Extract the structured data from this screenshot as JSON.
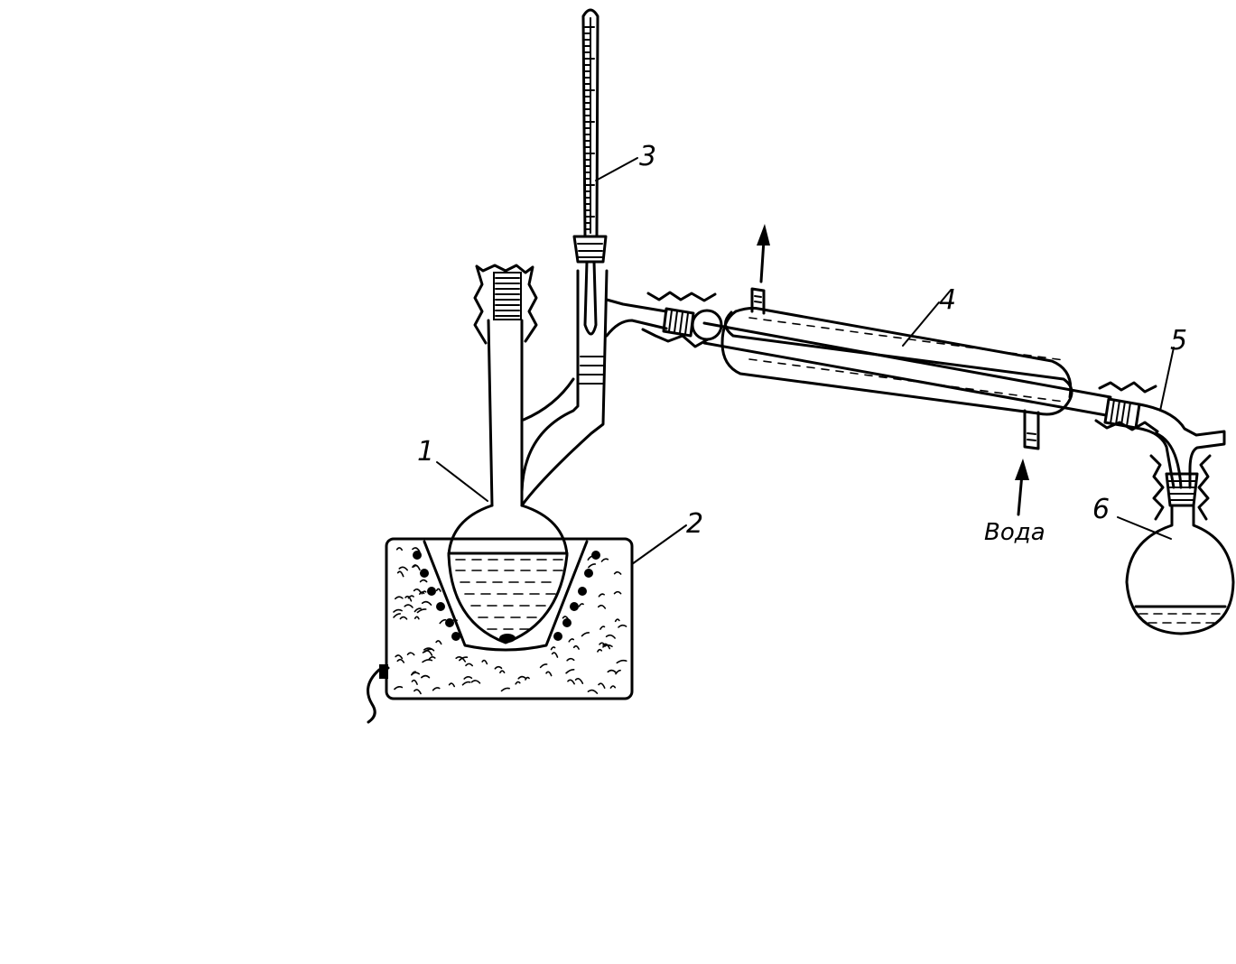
{
  "diagram": {
    "labels": {
      "flask": "1",
      "heater": "2",
      "thermometer": "3",
      "condenser": "4",
      "adapter": "5",
      "receiver": "6"
    },
    "water_label": "Вода"
  }
}
